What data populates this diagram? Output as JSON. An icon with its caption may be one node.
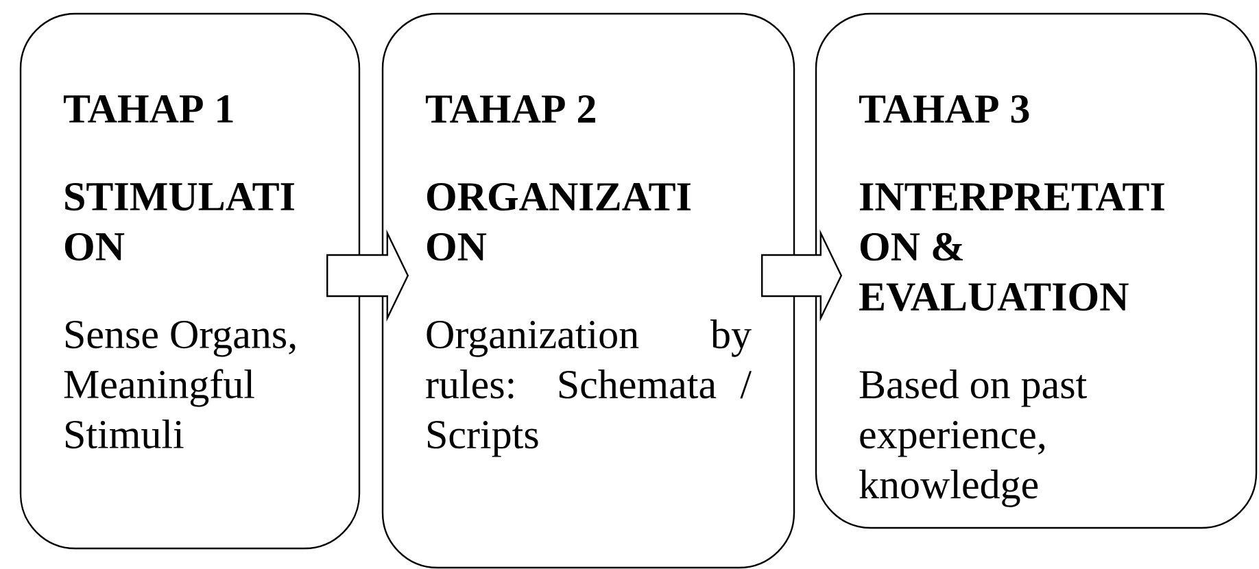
{
  "diagram": {
    "nodes": [
      {
        "text": [
          "TAHAP 1",
          "STIMULATI ON",
          "Sense Organs, Meaningful Stimuli"
        ]
      },
      {
        "text": [
          "TAHAP 2",
          "ORGANIZATI ON",
          "Organization by rules: Schemata / Scripts"
        ]
      },
      {
        "text": [
          "TAHAP 3",
          "INTERPRETATI ON & EVALUATION",
          "Based on past experience, knowledge"
        ]
      }
    ],
    "edges": [
      {
        "from": 0,
        "to": 1,
        "arrow": "to"
      },
      {
        "from": 1,
        "to": 2,
        "arrow": "to"
      }
    ]
  }
}
